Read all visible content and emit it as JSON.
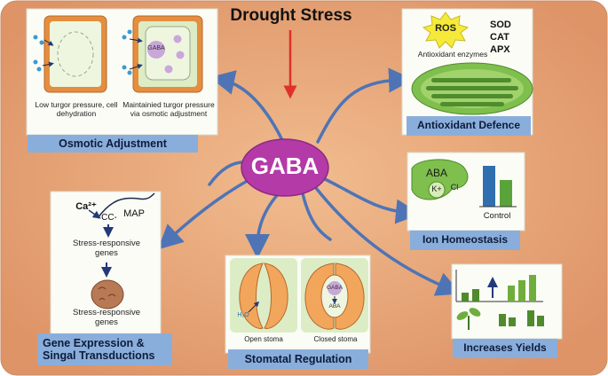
{
  "title": "Drought Stress",
  "center": "GABA",
  "panels": {
    "osmotic": {
      "label": "Osmotic Adjustment",
      "left_caption": "Low turgor pressure, cell dehydration",
      "right_caption": "Maintainied turgor pressure via osmotic adjustment",
      "inner_text": "GABA"
    },
    "antioxidant": {
      "label": "Antioxidant Defence",
      "ros": "ROS",
      "sod": "SOD",
      "cat": "CAT",
      "apx": "APX",
      "enzymes": "Antioxidant enzymes"
    },
    "ion": {
      "label": "Ion Homeostasis",
      "aba": "ABA",
      "k": "K+",
      "cl": "Cl",
      "control": "Control"
    },
    "yields": {
      "label": "Increases Yields"
    },
    "stomatal": {
      "label": "Stomatal Regulation",
      "open": "Open stoma",
      "closed": "Closed stoma",
      "h2o": "H₂O",
      "gaba": "GABA",
      "aba": "ABA"
    },
    "gene": {
      "label": "Gene Expression & Singal Transductions",
      "ca": "Ca²⁺",
      "cc": "CC-",
      "map": "MAP",
      "srg1": "Stress-responsive genes",
      "srg2": "Stress-responsive genes"
    }
  },
  "colors": {
    "background": "#e9a377",
    "label_bg": "#8aaedb",
    "gaba": "#b43aa7",
    "arrow": "#4e74b6",
    "stress_arrow": "#e0302a"
  }
}
